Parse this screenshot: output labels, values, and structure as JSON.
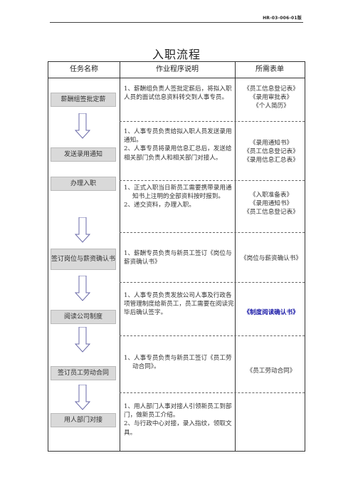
{
  "doc_code": "HR-03-006-01版",
  "title": "入职流程",
  "headers": {
    "task": "任务名称",
    "procedure": "作业程序说明",
    "forms": "所需表单"
  },
  "rows": [
    {
      "task": "薪酬组签批定薪",
      "desc": [
        "1、薪酬组负责人签批定薪后，将拟入职人员的面试信息资料转交到人事专员。"
      ],
      "forms": [
        "《员工信息登记表》",
        "《录用审批表》",
        "《个人简历》"
      ]
    },
    {
      "task": "发送录用通知",
      "desc": [
        "1、人事专员负责给拟入职人员发送录用通知。",
        "2、人事专员将录用信息汇总后，发送给相关部门负责人和相关部门对接人。"
      ],
      "forms": [
        "《录用通知书》",
        "《员工信息登记表》",
        "《录用信息汇总表》"
      ]
    },
    {
      "task": "办理入职",
      "desc": [
        "1、正式入职当日新员工需要携带录用通知书上注明的全部资料按时报到。",
        "2、递交资料，办理入职。"
      ],
      "forms": [
        "《入职准备表》",
        "《录用通知书》",
        "《员工信息登记表》"
      ]
    },
    {
      "task": "签订岗位与薪资确认书",
      "desc": [
        "1、薪酬专员负责与新员工签订《岗位与薪资确认书》"
      ],
      "forms": [
        "《岗位与薪资确认书》"
      ]
    },
    {
      "task": "阅读公司制度",
      "desc": [
        "1、人事专员负责发放公司人事及行政各项管理制度给新员工，员工需要在阅读完毕后确认签字。"
      ],
      "forms": [
        "《制度阅读确认书》"
      ]
    },
    {
      "task": "签订员工劳动合同",
      "desc": [
        "1、人事专员负责与新员工签订《员工劳动合同》。"
      ],
      "forms": [
        "《员工劳动合同》"
      ]
    },
    {
      "task": "用人部门对接",
      "desc": [
        "1、用人部门人事对接人引领新员工到部门，做新员工介绍。",
        "2、与行政中心对接，录入指纹，领取文具。"
      ],
      "forms": []
    }
  ]
}
